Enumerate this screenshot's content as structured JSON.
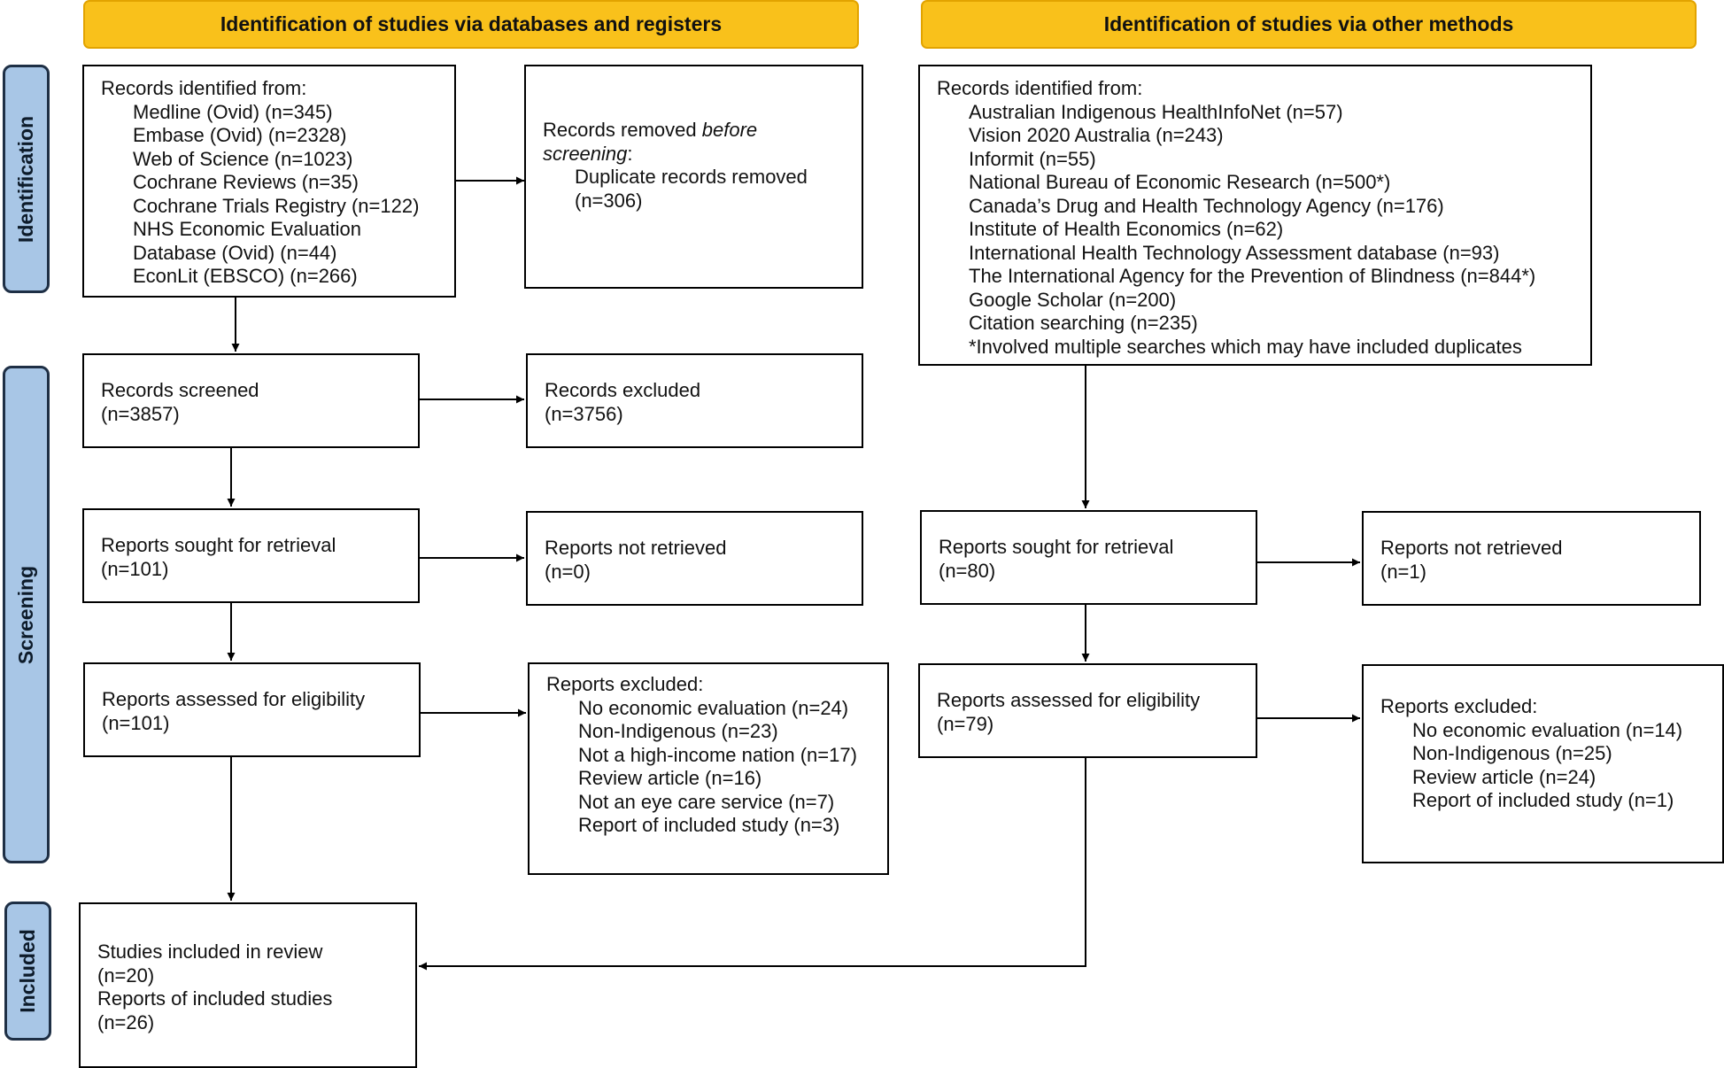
{
  "headers": {
    "databases": "Identification of studies via databases and registers",
    "other": "Identification of studies via other methods"
  },
  "stages": {
    "identification": "Identification",
    "screening": "Screening",
    "included": "Included"
  },
  "left": {
    "records_identified": {
      "title": "Records identified from:",
      "items": [
        "Medline (Ovid) (n=345)",
        "Embase (Ovid) (n=2328)",
        "Web of Science (n=1023)",
        "Cochrane Reviews (n=35)",
        "Cochrane Trials Registry (n=122)",
        "NHS Economic Evaluation",
        "Database (Ovid) (n=44)",
        "EconLit (EBSCO) (n=266)"
      ]
    },
    "removed": {
      "prefix": "Records removed ",
      "italic1": "before",
      "italic2": "screening",
      "suffix": ":",
      "detail": "Duplicate records removed",
      "count": "(n=306)"
    },
    "screened": {
      "label": "Records screened",
      "count": "(n=3857)"
    },
    "excluded": {
      "label": "Records excluded",
      "count": "(n=3756)"
    },
    "sought": {
      "label": "Reports sought for retrieval",
      "count": "(n=101)"
    },
    "not_retrieved": {
      "label": "Reports not retrieved",
      "count": "(n=0)"
    },
    "assessed": {
      "label": "Reports assessed for eligibility",
      "count": "(n=101)"
    },
    "reports_excluded": {
      "title": "Reports excluded:",
      "items": [
        "No economic evaluation (n=24)",
        "Non-Indigenous (n=23)",
        "Not a high-income nation (n=17)",
        "Review article (n=16)",
        "Not an eye care service (n=7)",
        "Report of included study (n=3)"
      ]
    },
    "included": {
      "studies_label": "Studies included in review",
      "studies_count": "(n=20)",
      "reports_label": "Reports of included studies",
      "reports_count": "(n=26)"
    }
  },
  "right": {
    "records_identified": {
      "title": "Records identified from:",
      "items": [
        "Australian Indigenous HealthInfoNet (n=57)",
        "Vision 2020 Australia (n=243)",
        "Informit (n=55)",
        "National Bureau of Economic Research (n=500*)",
        "Canada’s Drug and Health Technology Agency (n=176)",
        "Institute of Health Economics (n=62)",
        "International Health Technology Assessment database (n=93)",
        "The International Agency for the Prevention of Blindness (n=844*)",
        "Google Scholar (n=200)",
        "Citation searching (n=235)",
        "*Involved multiple searches which may have included duplicates"
      ]
    },
    "sought": {
      "label": "Reports sought for retrieval",
      "count": "(n=80)"
    },
    "not_retrieved": {
      "label": "Reports not retrieved",
      "count": "(n=1)"
    },
    "assessed": {
      "label": "Reports assessed for eligibility",
      "count": "(n=79)"
    },
    "reports_excluded": {
      "title": "Reports excluded:",
      "items": [
        "No economic evaluation (n=14)",
        "Non-Indigenous (n=25)",
        "Review article (n=24)",
        "Report of included study (n=1)"
      ]
    }
  },
  "colors": {
    "header_fill": "#f9c11b",
    "stage_fill": "#a8c6e6",
    "stage_border": "#1e2f45",
    "box_border": "#000000"
  }
}
